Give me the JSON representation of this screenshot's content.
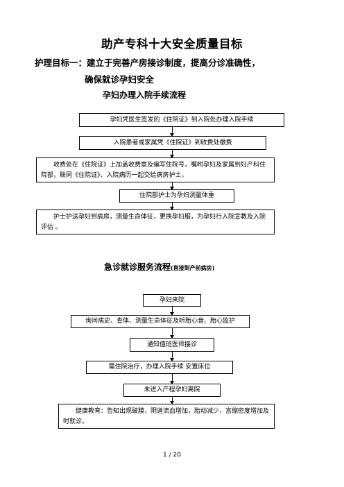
{
  "title": "助产专科十大安全质量目标",
  "goal_line1": "护理目标一：建立于完善产房接诊制度，提高分诊准确性，",
  "goal_line2": "确保就诊孕妇安全",
  "section1": {
    "heading": "孕妇办理入院手续流程",
    "steps": [
      "孕妇凭医生签发的《住院证》到入院处办理入院手续",
      "入院患者或家属凭《住院证》到收费处缴费",
      "收费处在《住院证》上加盖收费章及编写住院号，嘱咐孕妇及家属到妇产科住院部，联同《住院证》、入院病历一起交给病房护士，",
      "住院部护士为孕妇测量体重",
      "护士护送孕妇到病房，测量生命体征，更换孕妇服，为孕妇行入院宣教及入院评估 。"
    ]
  },
  "section2": {
    "heading": "急诊就诊服务流程",
    "heading_note": "(直接到产前病房)",
    "steps": [
      "孕妇来院",
      "询问病史、查体、测量生命体征及听胎心音、胎心监护",
      "通知值班医师接诊",
      "需住院治疗，办理入院手续   安置床位",
      "未进入产程孕妇离院",
      "健康教育：告知出现破膜，阴道流血增加，胎动减少，宫缩密度增加及时就诊。"
    ]
  },
  "page_number": "1 / 20"
}
